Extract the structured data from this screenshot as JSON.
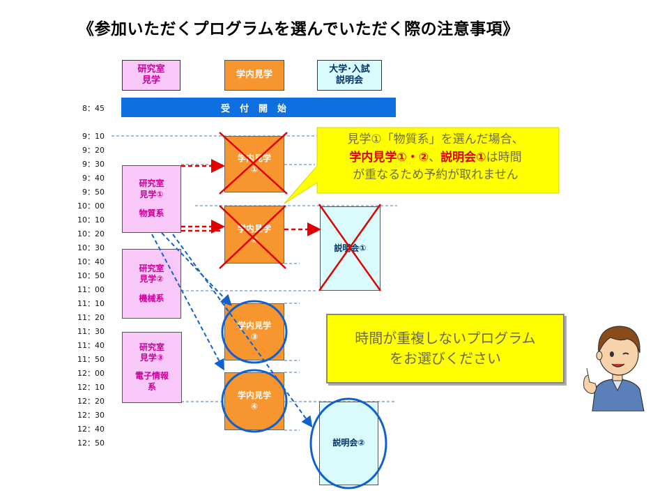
{
  "title": "《参加いただくプログラムを選んでいただく際の注意事項》",
  "headers": {
    "lab": [
      "研究室",
      "見学"
    ],
    "campus": "学内見学",
    "info": [
      "大学･入試",
      "説明会"
    ]
  },
  "reception": "受付開始",
  "times": [
    "8：45",
    "9：10",
    "9：20",
    "9：30",
    "9：40",
    "9：50",
    "10：00",
    "10：10",
    "10：20",
    "10：30",
    "10：40",
    "10：50",
    "11：00",
    "11：10",
    "11：20",
    "11：30",
    "11：40",
    "11：50",
    "12：00",
    "12：10",
    "12：20",
    "12：30",
    "12：40",
    "12：50"
  ],
  "labs": [
    {
      "name": [
        "研究室",
        "見学①"
      ],
      "field": [
        "物質系"
      ]
    },
    {
      "name": [
        "研究室",
        "見学②"
      ],
      "field": [
        "機械系"
      ]
    },
    {
      "name": [
        "研究室",
        "見学③"
      ],
      "field": [
        "電子情報",
        "系"
      ]
    }
  ],
  "campus_tours": [
    {
      "line1": "学内見学",
      "line2": "①"
    },
    {
      "line1": "学内見学",
      "line2": "②"
    },
    {
      "line1": "学内見学",
      "line2": "③"
    },
    {
      "line1": "学内見学",
      "line2": "④"
    }
  ],
  "info_sessions": [
    "説明会①",
    "説明会②"
  ],
  "callout": {
    "line1": "見学①「物質系」を選んだ場合、",
    "line2_red1": "学内見学①・②",
    "line2_mid": "、",
    "line2_red2": "説明会①",
    "line2_end": "は時間",
    "line3": "が重なるため予約が取れません"
  },
  "advice": [
    "時間が重複しないプログラム",
    "をお選びください"
  ],
  "colors": {
    "lab_bg": "#f8c8f8",
    "lab_text": "#cc0099",
    "campus_bg": "#f7952f",
    "info_bg": "#d9fbfb",
    "reception_bg": "#0d6fe0",
    "callout_bg": "#ffff00",
    "conflict_red": "#e00000",
    "ok_blue": "#1060d0"
  }
}
